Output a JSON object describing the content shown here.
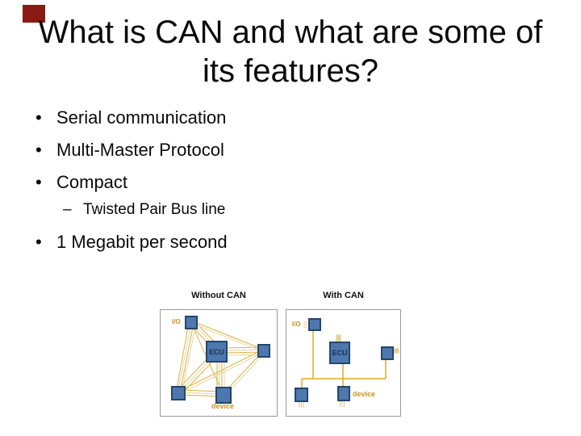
{
  "slide": {
    "corner_mark_color": "#8b1a14",
    "title_lines": [
      "What is CAN and what are some of",
      "its features?"
    ],
    "bullets": [
      {
        "marker": "•",
        "text": "Serial communication",
        "level": 1
      },
      {
        "marker": "•",
        "text": "Multi-Master Protocol",
        "level": 1
      },
      {
        "marker": "•",
        "text": "Compact",
        "level": 1
      },
      {
        "marker": "–",
        "text": "Twisted Pair Bus line",
        "level": 2
      },
      {
        "marker": "•",
        "text": "1 Megabit per second",
        "level": 1
      }
    ]
  },
  "diagram": {
    "panels": [
      {
        "title": "Without CAN",
        "io_label": "I/O",
        "ecu_label": "ECU",
        "device_label": "device"
      },
      {
        "title": "With CAN",
        "io_label": "I/O",
        "ecu_label": "ECU",
        "device_label": "device"
      }
    ],
    "colors": {
      "node_fill": "#4d78ae",
      "node_border": "#24466b",
      "wire": "#d9b243",
      "wire_light": "#e8d59c",
      "bus": "#e2a82c",
      "stub": "#e6d098",
      "gold_label": "#c7961f",
      "panel_border": "#9a9a9a"
    }
  }
}
